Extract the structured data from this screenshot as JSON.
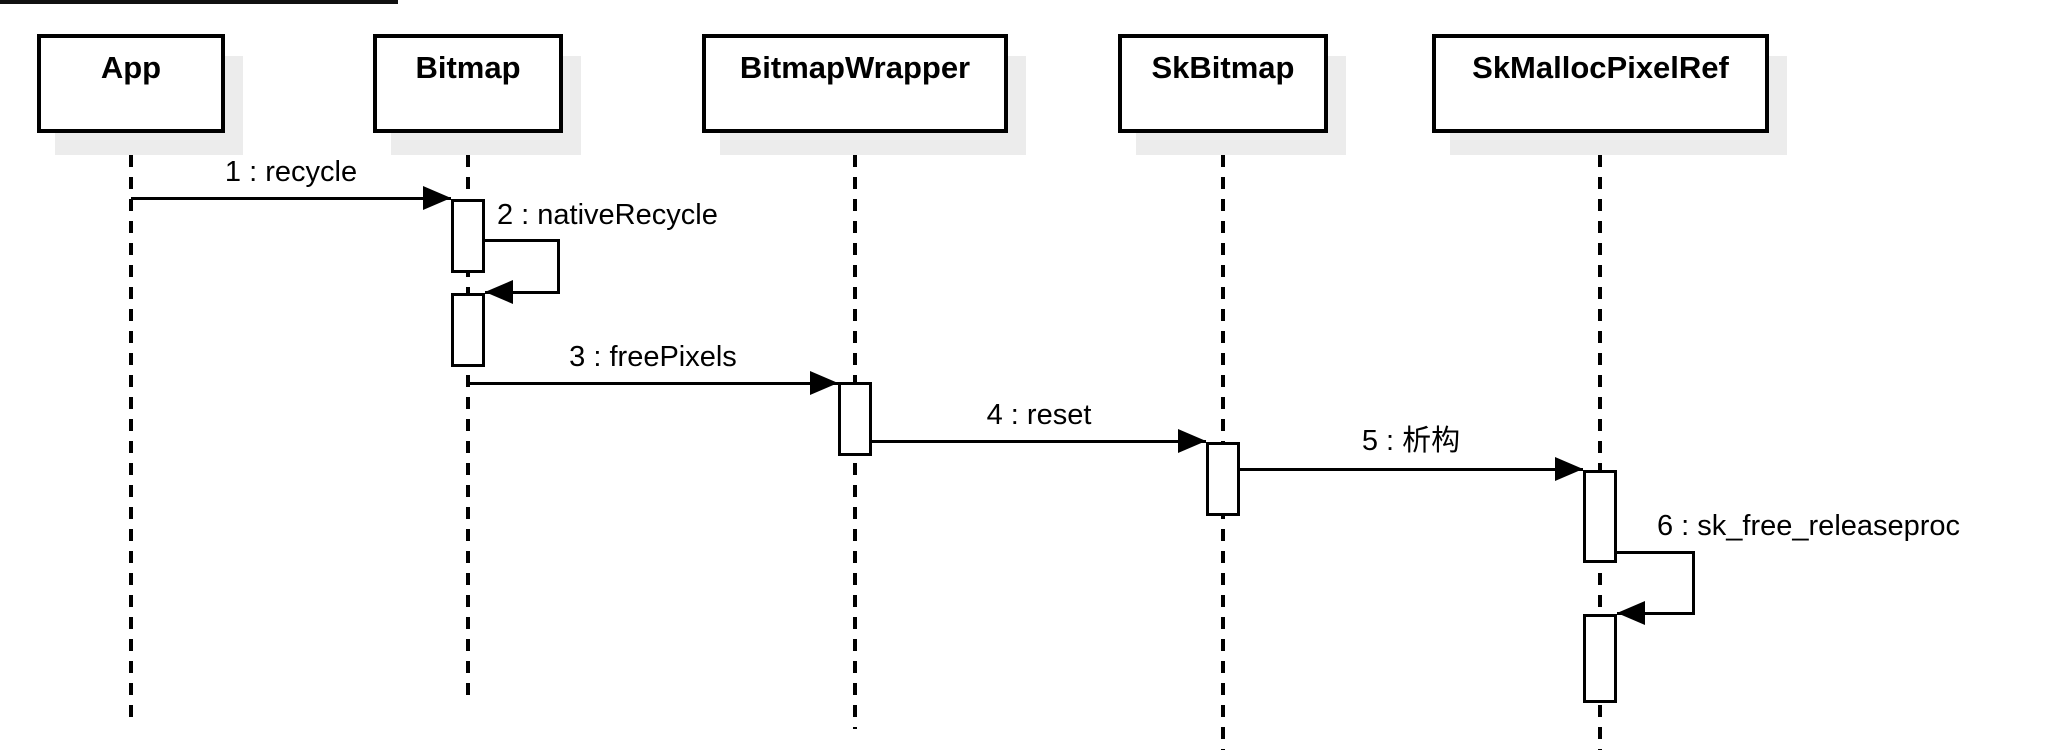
{
  "diagram": {
    "type": "uml-sequence-diagram",
    "lifelines": [
      {
        "name": "App"
      },
      {
        "name": "Bitmap"
      },
      {
        "name": "BitmapWrapper"
      },
      {
        "name": "SkBitmap"
      },
      {
        "name": "SkMallocPixelRef"
      }
    ],
    "messages": [
      {
        "seq": 1,
        "label": "1 : recycle",
        "from": "App",
        "to": "Bitmap",
        "kind": "call"
      },
      {
        "seq": 2,
        "label": "2 : nativeRecycle",
        "from": "Bitmap",
        "to": "Bitmap",
        "kind": "self-call"
      },
      {
        "seq": 3,
        "label": "3 : freePixels",
        "from": "Bitmap",
        "to": "BitmapWrapper",
        "kind": "call"
      },
      {
        "seq": 4,
        "label": "4 : reset",
        "from": "BitmapWrapper",
        "to": "SkBitmap",
        "kind": "call"
      },
      {
        "seq": 5,
        "label": "5 : 析构",
        "from": "SkBitmap",
        "to": "SkMallocPixelRef",
        "kind": "call"
      },
      {
        "seq": 6,
        "label": "6 : sk_free_releaseproc",
        "from": "SkMallocPixelRef",
        "to": "SkMallocPixelRef",
        "kind": "self-call"
      }
    ],
    "colors": {
      "line": "#000000",
      "fill": "#ffffff",
      "shadow": "#ececec",
      "background": "#ffffff"
    }
  }
}
